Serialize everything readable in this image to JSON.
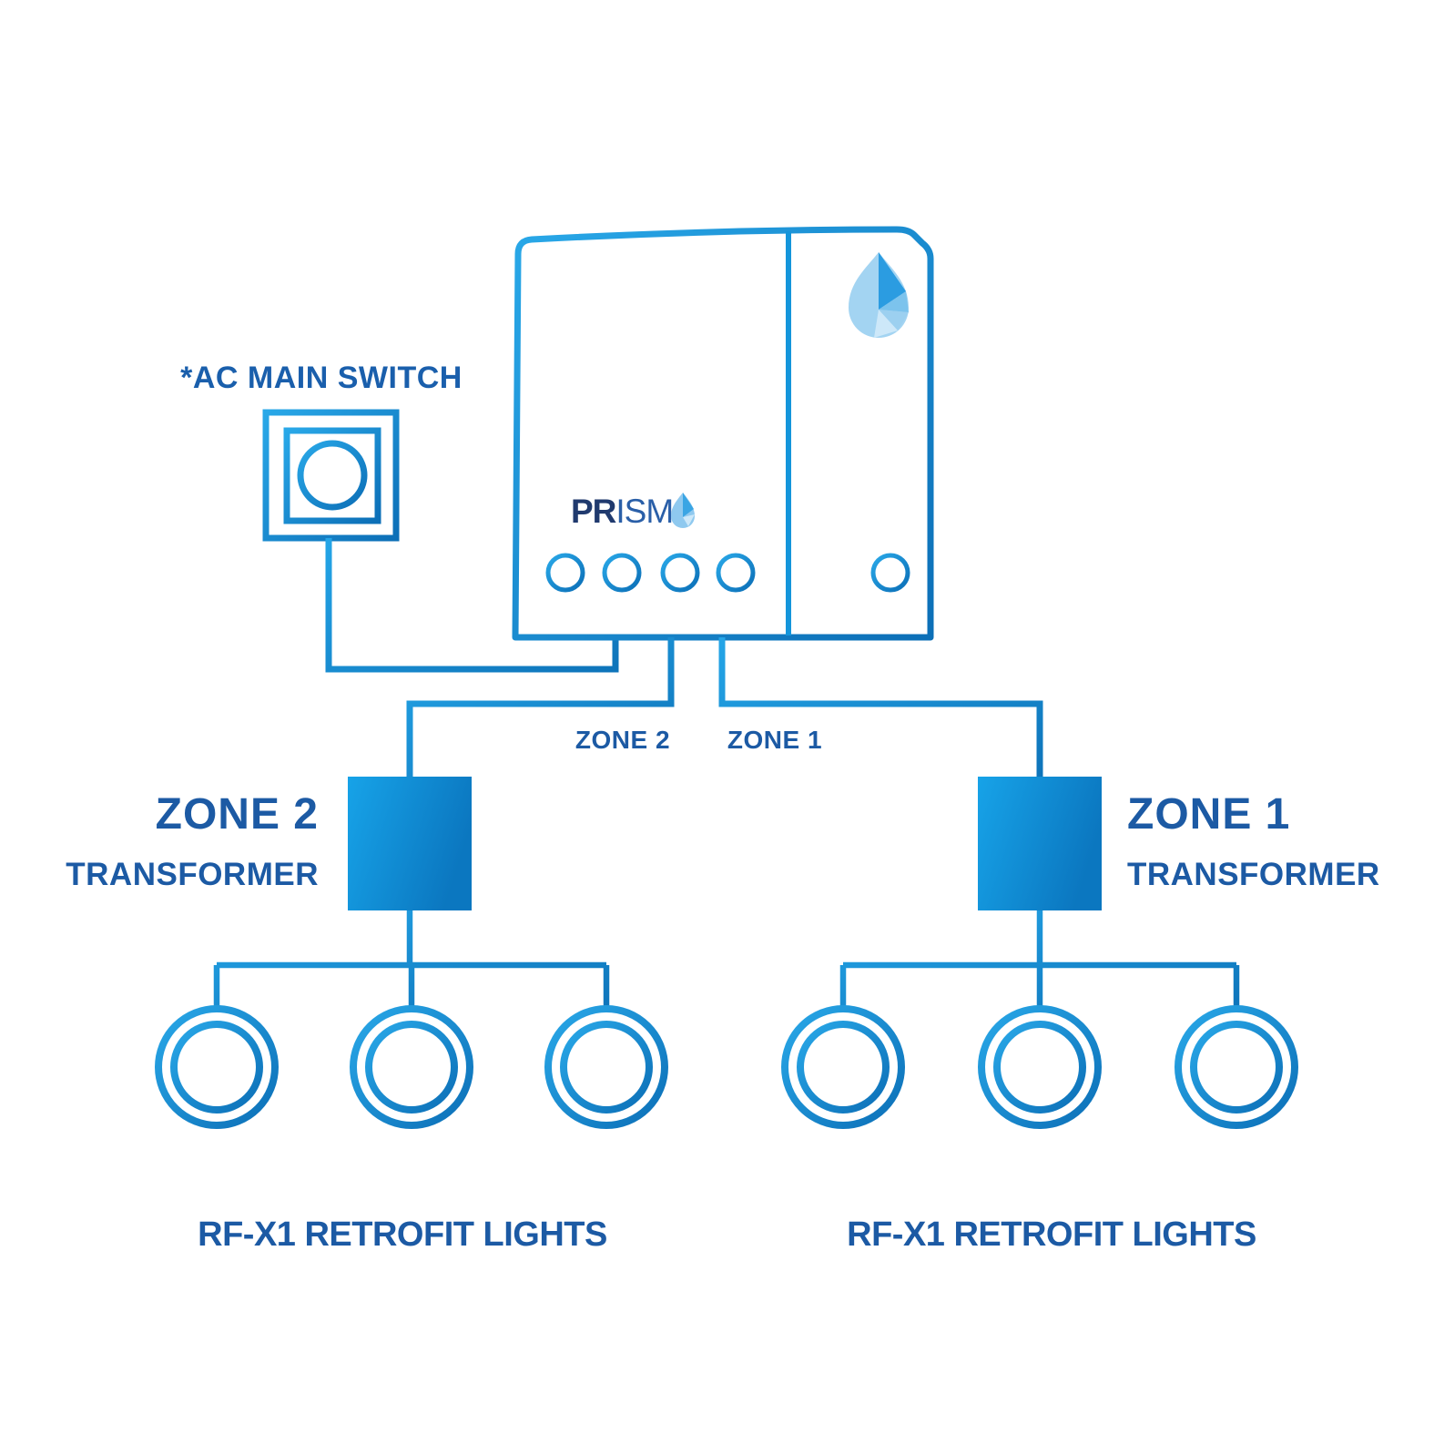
{
  "diagram": {
    "ac_switch": {
      "label": "*AC MAIN SWITCH"
    },
    "controller": {
      "brand_bold": "PR",
      "brand_light": "ISM",
      "front_button_count": 4,
      "side_button_count": 1,
      "icon": "water-drop"
    },
    "wire_labels": {
      "zone2": "ZONE 2",
      "zone1": "ZONE 1"
    },
    "zones": [
      {
        "id": "zone2",
        "name": "ZONE 2",
        "device": "TRANSFORMER",
        "lights_label": "RF-X1 RETROFIT LIGHTS",
        "light_count": 3
      },
      {
        "id": "zone1",
        "name": "ZONE 1",
        "device": "TRANSFORMER",
        "lights_label": "RF-X1 RETROFIT LIGHTS",
        "light_count": 3
      }
    ],
    "colors": {
      "line_light": "#29A8E8",
      "line_mid": "#1697DD",
      "line_dark": "#0C6FB7",
      "transformer_light": "#17A3E8",
      "transformer_dark": "#0B77C0",
      "text_blue": "#1C5AA4",
      "ac_text_blue": "#1A5FAC",
      "brand_navy": "#203A6E",
      "brand_blue": "#2A5FA8",
      "drop_base": "#A3D4F2",
      "drop_dark": "#2B9CE1",
      "drop_pale": "#CDE8F9"
    }
  }
}
